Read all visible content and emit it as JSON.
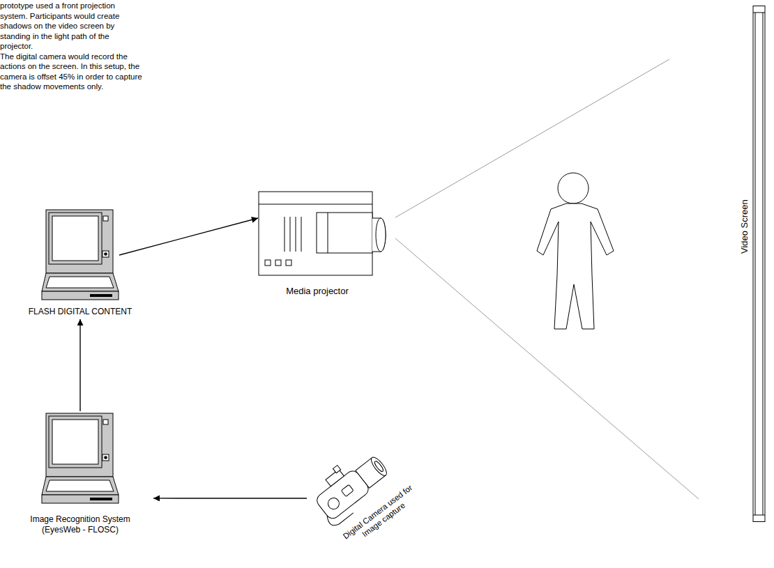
{
  "diagram": {
    "nodes": [
      {
        "text": [
          "FLASH DIGITAL CONTENT"
        ]
      },
      {
        "text": [
          "Media projector"
        ]
      },
      {
        "text": [
          "Image Recognition System (EyesWeb - FLOSC)"
        ]
      },
      {
        "text": [
          "Digital Camera used for Image capture"
        ]
      },
      {
        "text": [
          "Video Screen"
        ]
      }
    ],
    "edges": [
      {
        "from": 0,
        "to": 1,
        "arrow": "to"
      },
      {
        "from": 2,
        "to": 0,
        "arrow": "to"
      },
      {
        "from": 3,
        "to": 2,
        "arrow": "to"
      }
    ],
    "labels": [
      "prototype used a front projection system. Participants would create shadows on the video screen by standing in the light path of the projector.",
      "The digital camera would record the actions on the screen. In this setup, the camera is offset 45% in order to capture the shadow movements only."
    ]
  }
}
